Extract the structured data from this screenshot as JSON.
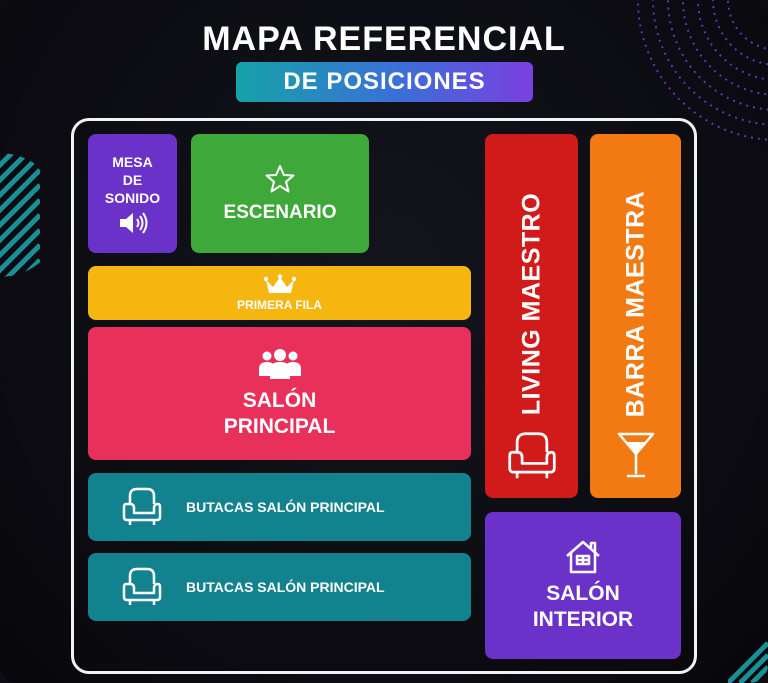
{
  "title": "MAPA REFERENCIAL",
  "subtitle": "DE POSICIONES",
  "colors": {
    "background": "#0c0c12",
    "frame": "#f2f2f2",
    "mesa": "#6a32c9",
    "escenario": "#3fa83b",
    "primera_fila": "#f5b60f",
    "salon_principal": "#e8305b",
    "butacas": "#12828f",
    "living": "#d11b1b",
    "barra": "#f37a12",
    "salon_interior": "#6a32c9"
  },
  "zones": {
    "mesa": {
      "label_lines": [
        "MESA",
        "DE",
        "SONIDO"
      ],
      "icon": "speaker-icon"
    },
    "escenario": {
      "label": "ESCENARIO",
      "icon": "star-icon"
    },
    "primera_fila": {
      "label": "PRIMERA FILA",
      "icon": "crown-icon"
    },
    "salon_principal": {
      "label_lines": [
        "SALÓN",
        "PRINCIPAL"
      ],
      "icon": "people-icon"
    },
    "butacas_1": {
      "label": "BUTACAS SALÓN PRINCIPAL",
      "icon": "armchair-icon"
    },
    "butacas_2": {
      "label": "BUTACAS SALÓN PRINCIPAL",
      "icon": "armchair-icon"
    },
    "living": {
      "label": "LIVING MAESTRO",
      "icon": "armchair-icon"
    },
    "barra": {
      "label": "BARRA MAESTRA",
      "icon": "cocktail-glass-icon"
    },
    "salon_interior": {
      "label_lines": [
        "SALÓN",
        "INTERIOR"
      ],
      "icon": "house-icon"
    }
  }
}
